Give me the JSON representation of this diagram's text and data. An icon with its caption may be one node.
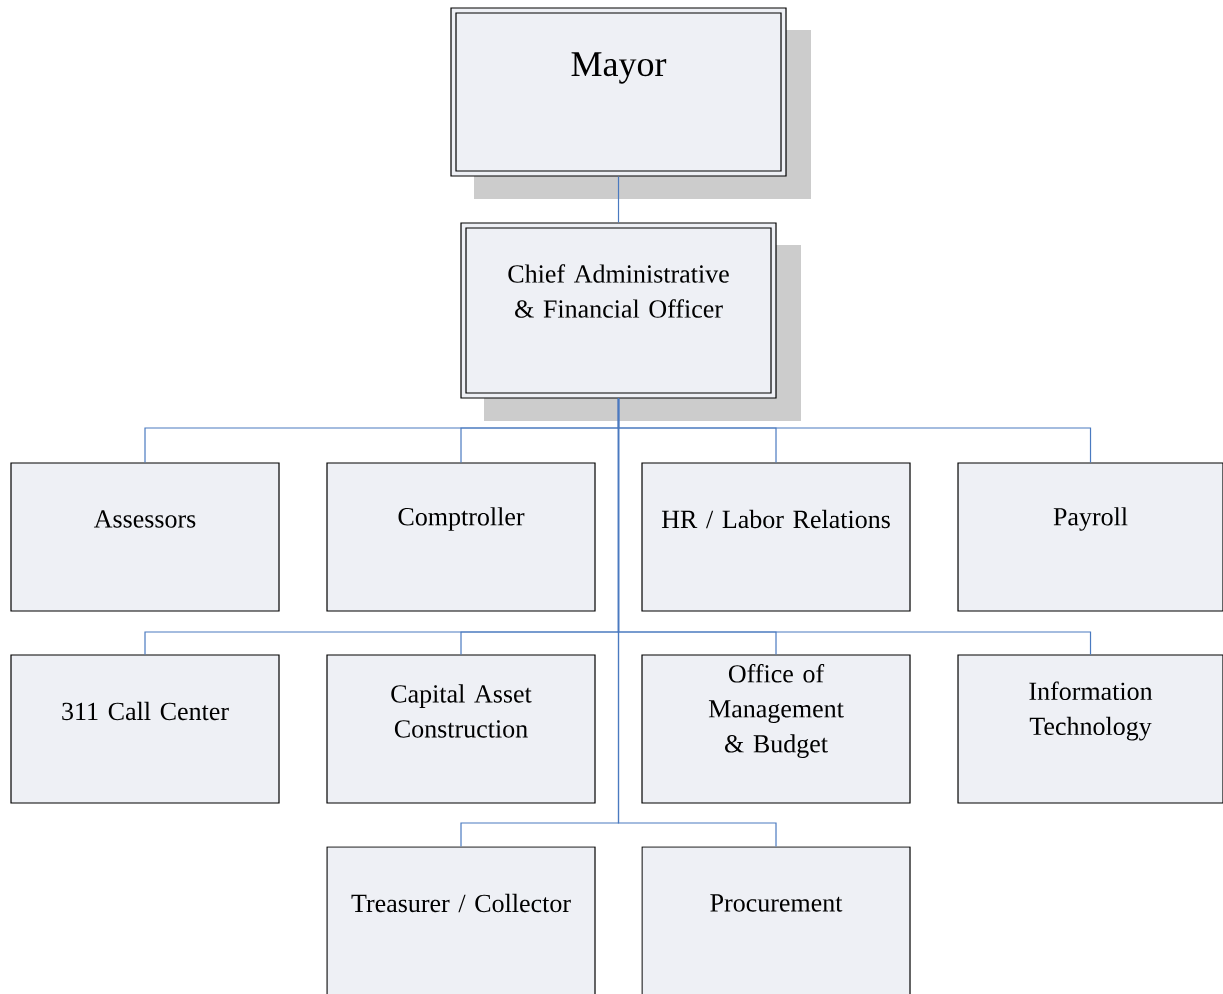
{
  "diagram": {
    "nodes": [
      {
        "text": [
          "Mayor"
        ]
      },
      {
        "text": [
          "Chief Administrative & Financial Officer"
        ]
      },
      {
        "text": [
          "Assessors"
        ]
      },
      {
        "text": [
          "Comptroller"
        ]
      },
      {
        "text": [
          "HR / Labor Relations"
        ]
      },
      {
        "text": [
          "Payroll"
        ]
      },
      {
        "text": [
          "311 Call Center"
        ]
      },
      {
        "text": [
          "Capital Asset Construction"
        ]
      },
      {
        "text": [
          "Office of Management & Budget"
        ]
      },
      {
        "text": [
          "Information Technology"
        ]
      },
      {
        "text": [
          "Treasurer / Collector"
        ]
      },
      {
        "text": [
          "Procurement"
        ]
      }
    ],
    "edges": [
      {
        "from": 0,
        "to": 1,
        "arrow": "none"
      },
      {
        "from": 1,
        "to": 2,
        "arrow": "none"
      },
      {
        "from": 1,
        "to": 3,
        "arrow": "none"
      },
      {
        "from": 1,
        "to": 4,
        "arrow": "none"
      },
      {
        "from": 1,
        "to": 5,
        "arrow": "none"
      },
      {
        "from": 1,
        "to": 6,
        "arrow": "none"
      },
      {
        "from": 1,
        "to": 7,
        "arrow": "none"
      },
      {
        "from": 1,
        "to": 8,
        "arrow": "none"
      },
      {
        "from": 1,
        "to": 9,
        "arrow": "none"
      },
      {
        "from": 1,
        "to": 10,
        "arrow": "none"
      },
      {
        "from": 1,
        "to": 11,
        "arrow": "none"
      }
    ]
  }
}
